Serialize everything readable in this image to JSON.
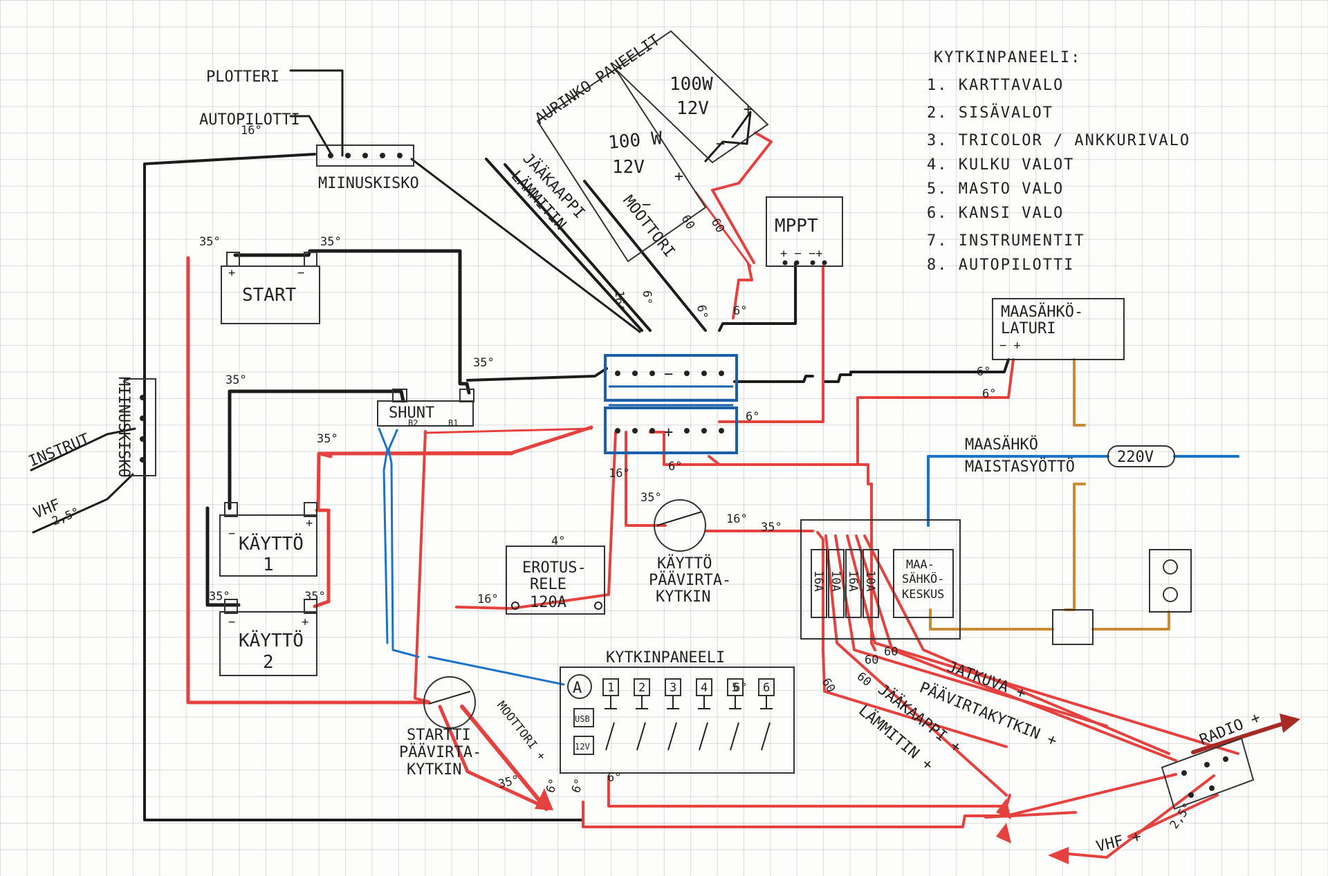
{
  "labels": {
    "plotteri": "PLOTTERI",
    "autopilotti": "AUTOPILOTTI",
    "miinuskisko_top": "MIINUSKISKO",
    "miinuskisko_left": "MIINUSKISKO",
    "instrut": "INSTRUT",
    "vhf_left": "VHF",
    "start": "START",
    "kaytto1": "KÄYTTÖ",
    "kaytto1_num": "1",
    "kaytto2": "KÄYTTÖ",
    "kaytto2_num": "2",
    "shunt": "SHUNT",
    "shunt_b2": "B2",
    "shunt_b1": "B1",
    "aurinkopaneelit": "AURINKO PANEELIT",
    "panel_left_w": "100 W",
    "panel_left_v": "12V",
    "panel_right_w": "100W",
    "panel_right_v": "12V",
    "mppt": "MPPT",
    "jaakaappi": "JÄÄKAAPPI",
    "lammitin": "LÄMMITIN",
    "moottori": "MOOTTORI",
    "maasahko_laturi_1": "MAASÄHKÖ-",
    "maasahko_laturi_2": "LATURI",
    "maasahko": "MAASÄHKÖ",
    "maistasyotto": "MAISTASYÖTTÖ",
    "v220": "220V",
    "erotusrele_1": "EROTUS-",
    "erotusrele_2": "RELE",
    "erotusrele_3": "120A",
    "kaytto_paavirta_1": "KÄYTTÖ",
    "kaytto_paavirta_2": "PÄÄVIRTA-",
    "kaytto_paavirta_3": "KYTKIN",
    "startti_1": "STARTTI",
    "startti_2": "PÄÄVIRTA-",
    "startti_3": "KYTKIN",
    "moottori_plus": "MOOTTORI +",
    "kytkinpaneeli": "KYTKINPANEELI",
    "usb": "USB",
    "v12": "12V",
    "amp": "A",
    "maasahkokeskus_1": "MAA-",
    "maasahkokeskus_2": "SÄHKÖ-",
    "maasahkokeskus_3": "KESKUS",
    "jatkuva": "JATKUVA +",
    "paavirtakytkin": "PÄÄVIRTAKYTKIN +",
    "jaakaappi_plus": "JÄÄKAAPPI +",
    "lammitin_plus": "LÄMMITIN +",
    "radio": "RADIO +",
    "vhf_plus": "VHF +"
  },
  "fuses": [
    "16A",
    "10A",
    "16A",
    "10A"
  ],
  "switch_numbers": [
    "1",
    "2",
    "3",
    "4",
    "5",
    "6"
  ],
  "wire_sizes": {
    "w16_top": "16°",
    "w35_a": "35°",
    "w35_b": "35°",
    "w35_c": "35°",
    "w35_d": "35°",
    "w35_e": "35°",
    "w35_f": "35°",
    "w35_g": "35°",
    "w35_h": "35°",
    "w25_left": "2,5°",
    "w16_bus_1": "16°",
    "w6_bus_2": "6°",
    "w6_bus_3": "6°",
    "w6_bus_4": "6°",
    "w60_a": "60",
    "w60_b": "60",
    "w6_mppt": "6°",
    "w6_laturi_1": "6°",
    "w6_laturi_2": "6°",
    "w6_bus_out": "6°",
    "w16_bus_low": "16°",
    "w6_bus_low": "6°",
    "w35_switch": "35°",
    "w16_switch": "16°",
    "w16_erotus": "16°",
    "w4_erotus": "4°",
    "w35_moottori": "35°",
    "w6_panel_a": "6°",
    "w6_panel_b": "6°",
    "w6_panel_c": "6°",
    "w60_fuse": "60",
    "w60_fuse_b": "60",
    "w60_fuse_c": "60",
    "w60_fuse_d": "60",
    "w25_radio": "2,5°"
  },
  "legend": {
    "title": "KYTKINPANEELI:",
    "items": [
      "1. KARTTAVALO",
      "2. SISÄVALOT",
      "3. TRICOLOR / ANKKURIVALO",
      "4. KULKU VALOT",
      "5. MASTO VALO",
      "6. KANSI VALO",
      "7. INSTRUMENTIT",
      "8. AUTOPILOTTI"
    ]
  },
  "colors": {
    "negative": "#1c1c1c",
    "positive": "#e5423f",
    "ac_live": "#1b73c9",
    "ac_earth": "#c98a34",
    "radio": "#a82a25"
  }
}
